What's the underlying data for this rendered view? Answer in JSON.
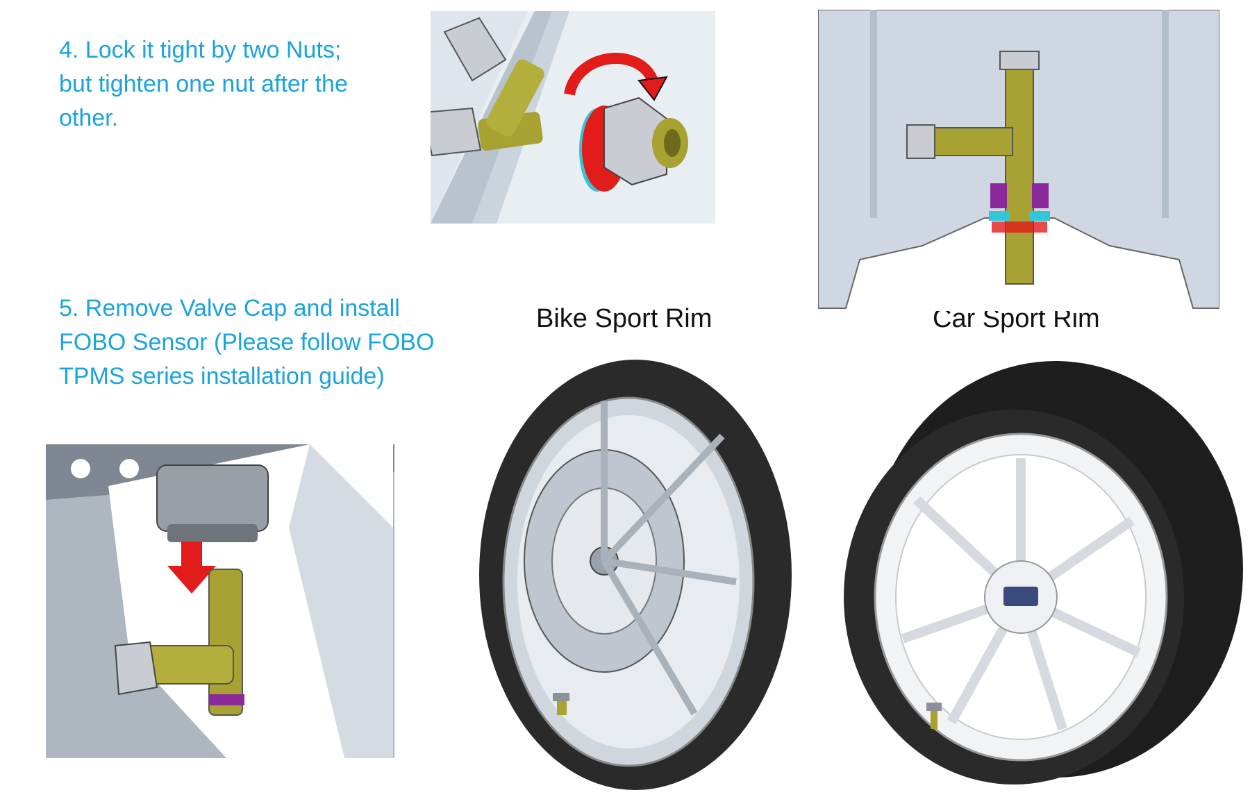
{
  "steps": [
    {
      "text": "4.  Lock it tight by two Nuts; but tighten one nut after the other."
    },
    {
      "text": "5.  Remove Valve Cap and install FOBO Sensor (Please follow FOBO TPMS series installation guide)"
    }
  ],
  "captions": {
    "bike": "Bike Sport Rim",
    "car": "Car Sport Rim"
  },
  "icons": {
    "rotate_arrow": "curved-arrow-icon",
    "down_arrow": "down-arrow-icon"
  },
  "colors": {
    "step_text": "#1aa3dc",
    "caption_text": "#111111",
    "rim": "#d3dbe4",
    "valve_brass": "#a7a232",
    "tire": "#2a2a2a",
    "arrow_red": "#e21b1b",
    "washer_cyan": "#33c6d6",
    "grommet_purple": "#8a2a9a"
  }
}
